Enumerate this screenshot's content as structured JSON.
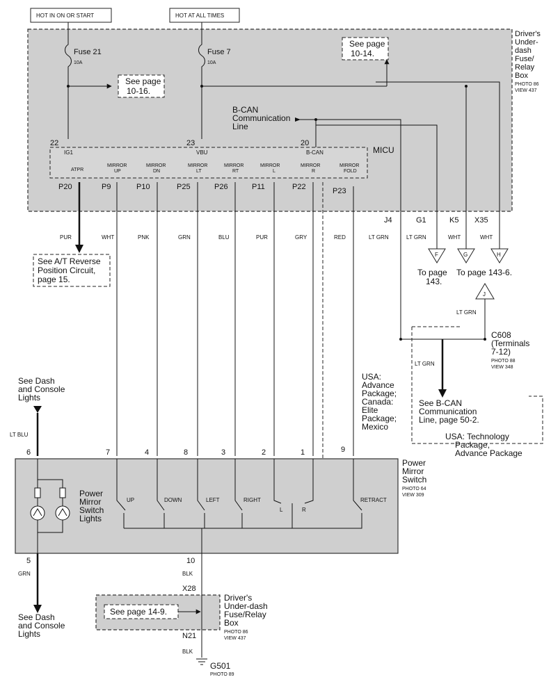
{
  "headers": {
    "hot_in_on": "HOT IN ON OR START",
    "hot_always": "HOT AT ALL TIMES"
  },
  "fuse_box": {
    "title": [
      "Driver's",
      "Under-",
      "dash",
      "Fuse/",
      "Relay",
      "Box"
    ],
    "photo": "PHOTO 86",
    "view": "VIEW 437"
  },
  "fuses": [
    {
      "name": "Fuse 21",
      "rating": "10A"
    },
    {
      "name": "Fuse 7",
      "rating": "10A"
    }
  ],
  "see_pages": {
    "p1016": [
      "See page",
      "10-16."
    ],
    "p1014": [
      "See page",
      "10-14."
    ],
    "p149": "See page 14-9."
  },
  "bcan": {
    "label": [
      "B-CAN",
      "Communication",
      "Line"
    ]
  },
  "micu": {
    "name": "MICU",
    "terminals_top": [
      {
        "num": "22",
        "label": "IG1"
      },
      {
        "num": "23",
        "label": "VBU"
      },
      {
        "num": "20",
        "label": "B-CAN"
      }
    ],
    "pins": [
      {
        "label": [
          "",
          "ATPR"
        ],
        "pin": "P20",
        "color": "PUR"
      },
      {
        "label": [
          "MIRROR",
          "UP"
        ],
        "pin": "P9",
        "color": "WHT"
      },
      {
        "label": [
          "MIRROR",
          "DN"
        ],
        "pin": "P10",
        "color": "PNK"
      },
      {
        "label": [
          "MIRROR",
          "LT"
        ],
        "pin": "P25",
        "color": "GRN"
      },
      {
        "label": [
          "MIRROR",
          "RT"
        ],
        "pin": "P26",
        "color": "BLU"
      },
      {
        "label": [
          "MIRROR",
          "L"
        ],
        "pin": "P11",
        "color": "PUR"
      },
      {
        "label": [
          "MIRROR",
          "R"
        ],
        "pin": "P22",
        "color": "GRY"
      },
      {
        "label": [
          "MIRROR",
          "FOLD"
        ],
        "pin": "P23",
        "color": "RED"
      }
    ]
  },
  "right_connectors": [
    {
      "name": "J4",
      "color": "LT GRN"
    },
    {
      "name": "G1",
      "color": "LT GRN",
      "flag": "F"
    },
    {
      "name": "K5",
      "color": "WHT",
      "flag": "G"
    },
    {
      "name": "X35",
      "color": "WHT",
      "flag": "H"
    }
  ],
  "to_page_143": [
    "To page",
    "143."
  ],
  "to_page_1436": "To page 143-6.",
  "j_flag": {
    "letter": "J",
    "color": "LT GRN"
  },
  "c608": {
    "name": "C608",
    "terminals": "(Terminals",
    "range": "7-12)",
    "photo": "PHOTO 88",
    "view": "VIEW 348"
  },
  "c608_wire": "LT GRN",
  "bcan_see": [
    "See B-CAN",
    "Communication",
    "Line, page 50-2."
  ],
  "usa_tech": [
    "USA: Technology",
    "Package,",
    "Advance Package"
  ],
  "usa_advance": [
    "USA:",
    "Advance",
    "Package;",
    "Canada:",
    "Elite",
    "Package;",
    "Mexico"
  ],
  "atr_note": [
    "See A/T Reverse",
    "Position Circuit,",
    "page 15."
  ],
  "dash_lights": [
    "See Dash",
    "and Console",
    "Lights"
  ],
  "left_wires": {
    "top_color": "LT BLU",
    "bottom_color": "GRN"
  },
  "power_mirror_switch": {
    "title": [
      "Power",
      "Mirror",
      "Switch"
    ],
    "photo": "PHOTO 64",
    "view": "VIEW 309",
    "lights_label": [
      "Power",
      "Mirror",
      "Switch",
      "Lights"
    ],
    "terminals": [
      "6",
      "7",
      "4",
      "8",
      "3",
      "2",
      "1",
      "9"
    ],
    "switches": [
      "UP",
      "DOWN",
      "LEFT",
      "RIGHT",
      "RETRACT"
    ],
    "lr": [
      "L",
      "R"
    ],
    "bottom_terms": [
      "5",
      "10"
    ]
  },
  "ground_path": {
    "color": "BLK",
    "x28": "X28",
    "n21": "N21",
    "color2": "BLK"
  },
  "lower_fuse_box": {
    "title": [
      "Driver's",
      "Under-dash",
      "Fuse/Relay",
      "Box"
    ],
    "photo": "PHOTO 86",
    "view": "VIEW 437"
  },
  "ground": {
    "name": "G501",
    "photo": "PHOTO 89"
  }
}
